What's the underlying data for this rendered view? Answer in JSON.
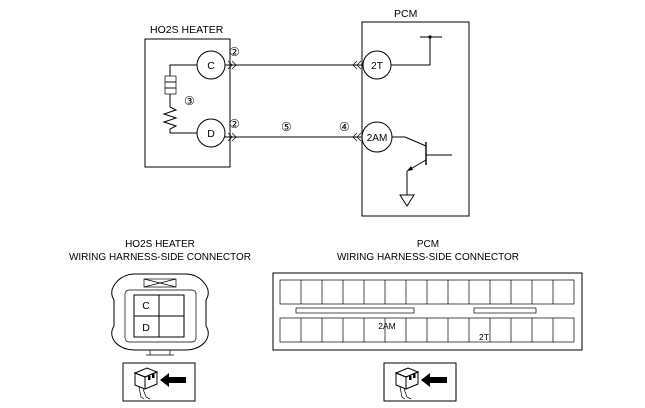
{
  "schematic": {
    "heater_title": "HO2S HEATER",
    "pcm_title": "PCM",
    "pins": {
      "heater_c": "C",
      "heater_d": "D",
      "pcm_2t": "2T",
      "pcm_2am": "2AM"
    },
    "callouts": {
      "c_wire_connector": "②",
      "d_wire_connector": "②",
      "heater_element": "③",
      "harness": "⑤",
      "pcm_side": "④"
    }
  },
  "heater_connector": {
    "title_line1": "HO2S HEATER",
    "title_line2": "WIRING HARNESS-SIDE CONNECTOR",
    "terminal_c": "C",
    "terminal_d": "D"
  },
  "pcm_connector": {
    "title_line1": "PCM",
    "title_line2": "WIRING HARNESS-SIDE CONNECTOR",
    "terminal_2am": "2AM",
    "terminal_2t": "2T"
  },
  "icons": [
    "connector-probe-icon",
    "connector-probe-icon"
  ]
}
